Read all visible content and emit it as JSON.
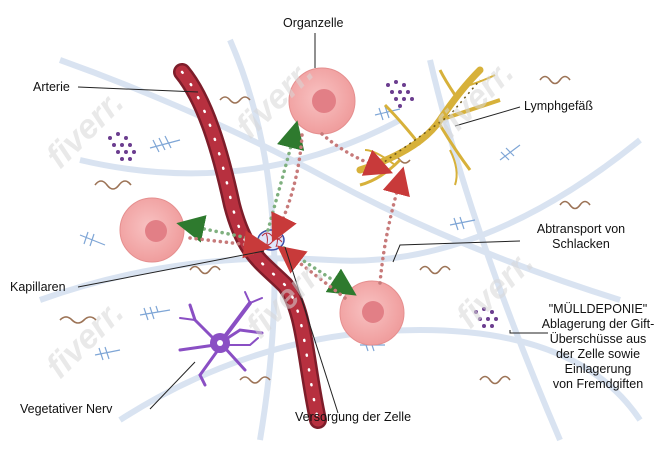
{
  "labels": {
    "organzelle": "Organzelle",
    "arterie": "Arterie",
    "lymphgefaess": "Lymphgefäß",
    "abtransport_line1": "Abtransport von",
    "abtransport_line2": "Schlacken",
    "kapillaren": "Kapillaren",
    "muelldeponie_line1": "\"MÜLLDEPONIE\"",
    "muelldeponie_line2": "Ablagerung der Gift-",
    "muelldeponie_line3": "Überschüsse aus",
    "muelldeponie_line4": "der Zelle sowie",
    "muelldeponie_line5": "Einlagerung",
    "muelldeponie_line6": "von Fremdgiften",
    "vegetativer_nerv": "Vegetativer Nerv",
    "versorgung": "Versorgung der Zelle"
  },
  "watermark": "fiverr.",
  "colors": {
    "artery": "#b7303f",
    "artery_dark": "#7d1d2a",
    "cell_fill": "#f4a8a8",
    "cell_nucleus": "#e27f86",
    "lymph": "#d7b13a",
    "nerve": "#8a4fc4",
    "supply_arrow": "#7fb07f",
    "waste_arrow": "#c77a7a",
    "fiber": "#b9cfe6",
    "toxin_dots": "#6b3d8f",
    "leader_line": "#222222"
  }
}
